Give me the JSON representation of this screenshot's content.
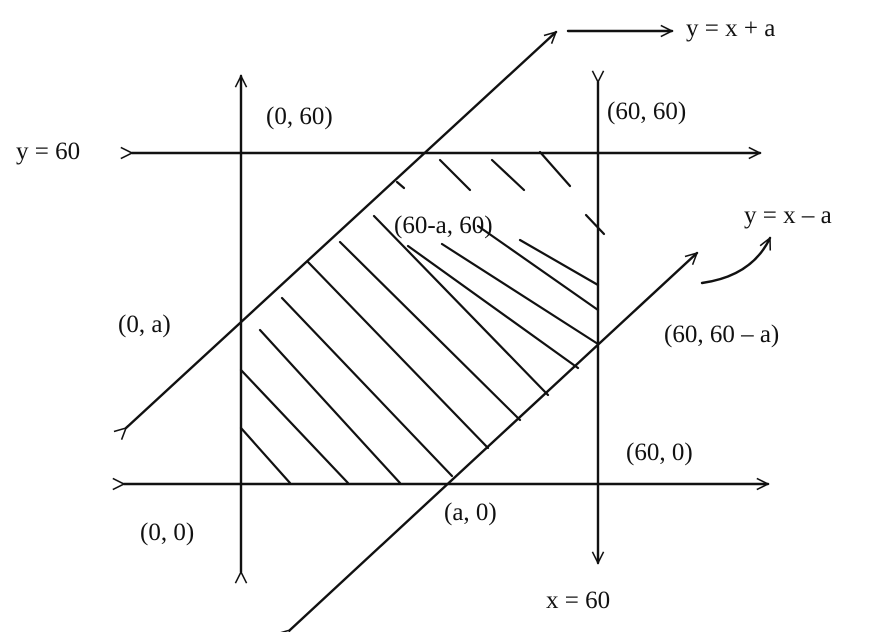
{
  "colors": {
    "ink": "#111111",
    "background": "#ffffff"
  },
  "labels": {
    "line_y_x_plus_a": "y = x + a",
    "line_y_x_minus_a": "y = x – a",
    "line_y_60": "y = 60",
    "line_x_60": "x = 60",
    "pt_0_60": "(0, 60)",
    "pt_60_60": "(60, 60)",
    "pt_60_minus_a_60": "(60-a, 60)",
    "pt_0_a": "(0, a)",
    "pt_60_60_minus_a": "(60, 60 – a)",
    "pt_60_0": "(60, 0)",
    "pt_0_0": "(0, 0)",
    "pt_a_0": "(a, 0)"
  }
}
